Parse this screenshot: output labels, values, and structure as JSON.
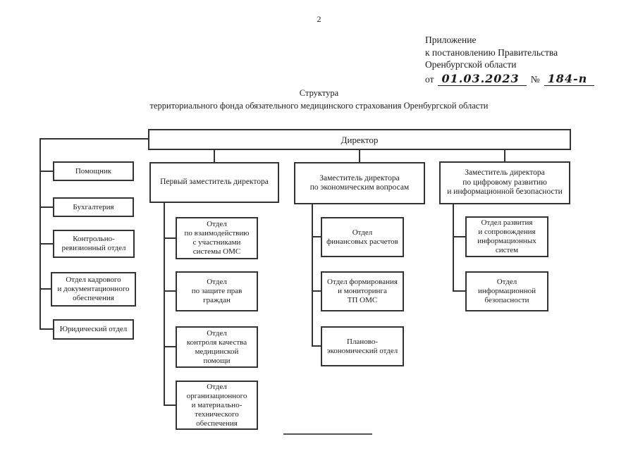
{
  "page": {
    "number": "2",
    "appendix": {
      "line1": "Приложение",
      "line2": "к постановлению Правительства",
      "line3": "Оренбургской области",
      "from_label": "от",
      "date": "01.03.2023",
      "number_sign": "№",
      "doc_number": "184-п"
    },
    "title": {
      "line1": "Структура",
      "line2": "территориального фонда обязательного медицинского страхования Оренбургской области"
    }
  },
  "org": {
    "director": "Директор",
    "left_units": [
      "Помощник",
      "Бухгалтерия",
      "Контрольно-\nревизионный отдел",
      "Отдел кадрового\nи документационного\nобеспечения",
      "Юридический отдел"
    ],
    "branches": [
      {
        "head": "Первый заместитель директора",
        "units": [
          "Отдел\nпо взаимодействию\nс участниками\nсистемы ОМС",
          "Отдел\nпо защите прав\nграждан",
          "Отдел\nконтроля качества\nмедицинской\nпомощи",
          "Отдел\nорганизационного\nи материально-\nтехнического\nобеспечения"
        ]
      },
      {
        "head": "Заместитель директора\nпо экономическим вопросам",
        "units": [
          "Отдел\nфинансовых расчетов",
          "Отдел формирования\nи мониторинга\nТП ОМС",
          "Планово-\nэкономический отдел"
        ]
      },
      {
        "head": "Заместитель директора\nпо цифровому развитию\nи информационной безопасности",
        "units": [
          "Отдел развития\nи сопровождения\nинформационных\nсистем",
          "Отдел\nинформационной\nбезопасности"
        ]
      }
    ]
  },
  "colors": {
    "ink": "#1c1c1c",
    "line": "#333333",
    "paper": "#ffffff"
  }
}
